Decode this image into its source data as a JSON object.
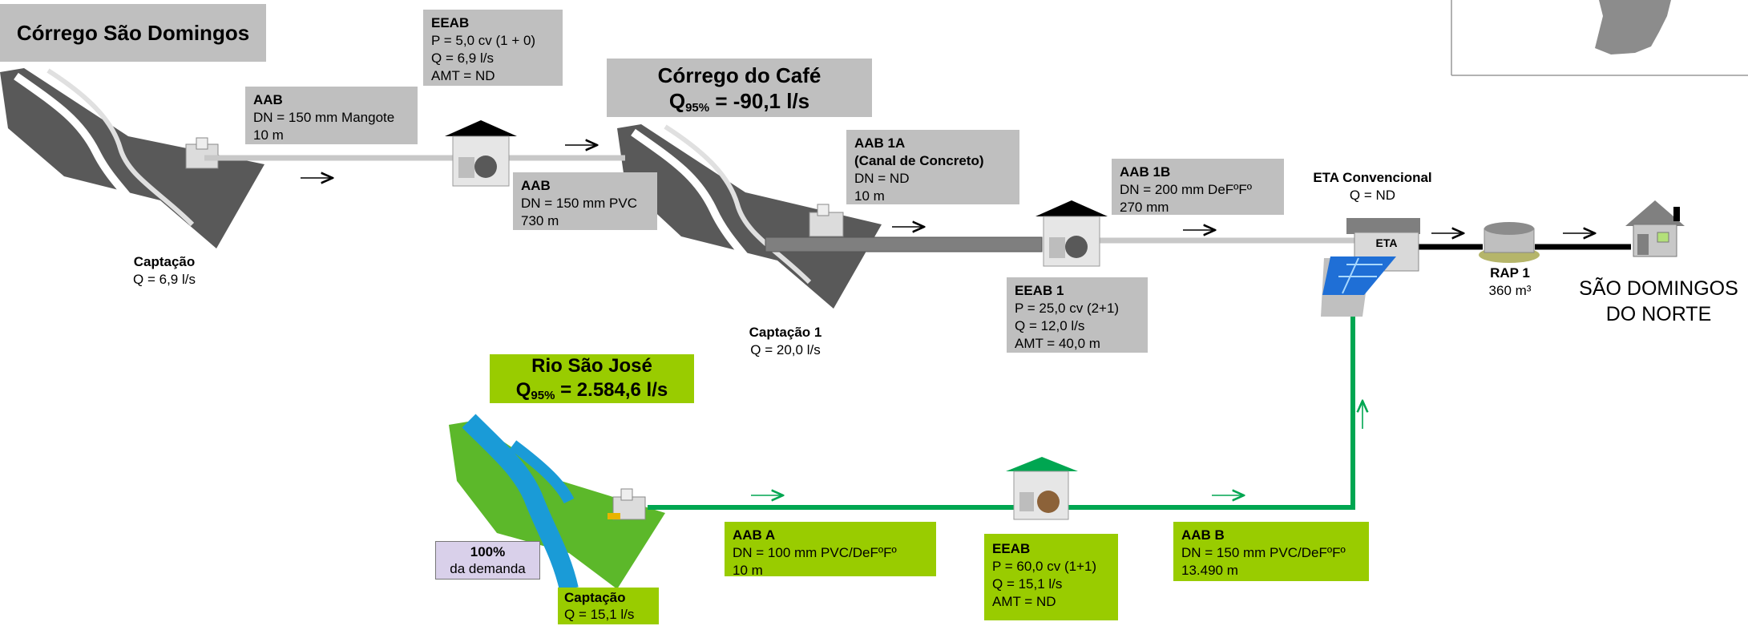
{
  "corrego_sao_domingos": {
    "title": "Córrego São Domingos",
    "captacao_label": "Captação",
    "captacao_q": "Q = 6,9 l/s"
  },
  "eeab_top": {
    "title": "EEAB",
    "p": "P = 5,0 cv (1 + 0)",
    "q": "Q = 6,9 l/s",
    "amt": "AMT = ND"
  },
  "aab_left": {
    "title": "AAB",
    "dn": "DN = 150 mm Mangote",
    "len": "10 m"
  },
  "aab_mid": {
    "title": "AAB",
    "dn": "DN = 150 mm PVC",
    "len": "730 m"
  },
  "corrego_do_cafe": {
    "title": "Córrego do Café",
    "q_prefix": "Q",
    "q_sub": "95%",
    "q_value": " = -90,1 l/s",
    "captacao_label": "Captação 1",
    "captacao_q": "Q = 20,0 l/s"
  },
  "aab_1a": {
    "title": "AAB 1A",
    "subtitle": "(Canal de Concreto)",
    "dn": "DN = ND",
    "len": "10 m"
  },
  "aab_1b": {
    "title": "AAB 1B",
    "dn": "DN = 200 mm DeFºFº",
    "len": "270 mm"
  },
  "eeab_1": {
    "title": "EEAB 1",
    "p": "P =  25,0 cv (2+1)",
    "q": "Q = 12,0 l/s",
    "amt": "AMT = 40,0 m"
  },
  "eta": {
    "title": "ETA Convencional",
    "q": "Q = ND",
    "tank_label": "ETA"
  },
  "rap": {
    "title": "RAP 1",
    "vol": "360 m³"
  },
  "city": {
    "line1": "SÃO DOMINGOS",
    "line2": "DO NORTE"
  },
  "rio_sao_jose": {
    "title": "Rio São José",
    "q_prefix": "Q",
    "q_sub": "95%",
    "q_value": " = 2.584,6 l/s",
    "captacao_label": "Captação",
    "captacao_q": "Q = 15,1 l/s",
    "demand_pct": "100%",
    "demand_label": "da demanda"
  },
  "aab_a": {
    "title": "AAB A",
    "dn": "DN = 100 mm PVC/DeFºFº",
    "len": "10 m"
  },
  "eeab_green": {
    "title": "EEAB",
    "p": "P = 60,0 cv (1+1)",
    "q": "Q = 15,1 l/s",
    "amt": "AMT = ND"
  },
  "aab_b": {
    "title": "AAB B",
    "dn": "DN = 150 mm PVC/DeFºFº",
    "len": "13.490 m"
  },
  "colors": {
    "label_gray": "#bfbfbf",
    "label_green": "#99cc00",
    "pipe_green": "#00a651",
    "pipe_gray": "#c8c8c8",
    "water_blue": "#1a9bd7",
    "demand_box": "#d9d0ea"
  }
}
